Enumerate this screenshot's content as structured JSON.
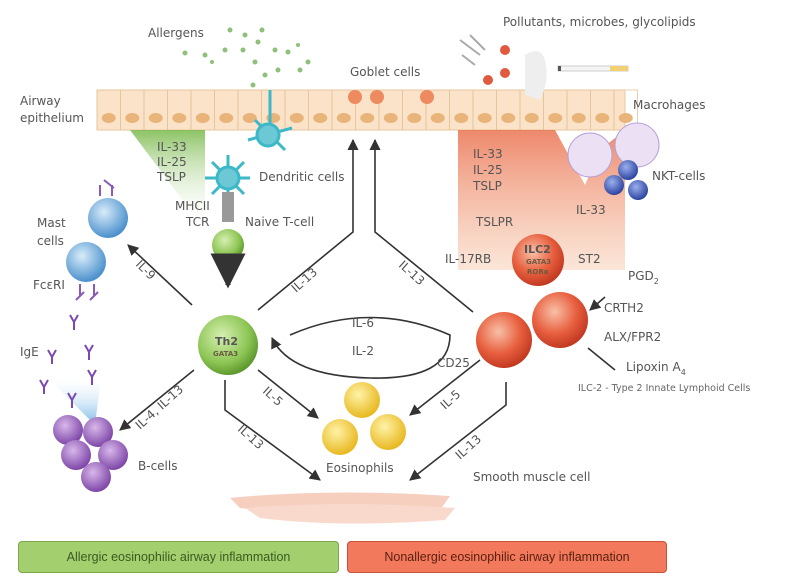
{
  "diagram": {
    "labels": {
      "allergens": "Allergens",
      "pollutants": "Pollutants, microbes, glycolipids",
      "goblet_cells": "Goblet cells",
      "airway_epithelium_1": "Airway",
      "airway_epithelium_2": "epithelium",
      "macrophages": "Macrohages",
      "nkt_cells": "NKT-cells",
      "dendritic_cells": "Dendritic cells",
      "mhcii": "MHCII",
      "tcr": "TCR",
      "naive_t_cell": "Naive T-cell",
      "mast_cells_1": "Mast",
      "mast_cells_2": "cells",
      "fceri": "FcεRI",
      "ige": "IgE",
      "b_cells": "B-cells",
      "eosinophils": "Eosinophils",
      "smooth_muscle": "Smooth muscle cell",
      "th2": "Th2",
      "th2_gata3": "GATA3",
      "ilc2": "ILC2",
      "ilc2_gata3": "GATA3",
      "ilc2_rora": "RORα",
      "tslpr": "TSLPR",
      "il17rb": "IL-17RB",
      "st2": "ST2",
      "il33_right": "IL-33",
      "pgd2": "PGD",
      "pgd2_sub": "2",
      "crth2": "CRTH2",
      "alx_fpr2": "ALX/FPR2",
      "lipoxin": "Lipoxin A",
      "lipoxin_sub": "4",
      "cd25": "CD25"
    },
    "left_cytokines": [
      "IL-33",
      "IL-25",
      "TSLP"
    ],
    "right_cytokines": [
      "IL-33",
      "IL-25",
      "TSLP"
    ],
    "arrows": {
      "il9": "IL-9",
      "il4_il13": "IL-4, IL-13",
      "il13_th2_goblet": "IL-13",
      "il13_ilc2_goblet": "IL-13",
      "il6": "IL-6",
      "il2": "IL-2",
      "il5_th2": "IL-5",
      "il5_ilc2": "IL-5",
      "il13_th2_muscle": "IL-13",
      "il13_ilc2_muscle": "IL-13"
    },
    "caption": "ILC-2 - Type 2 Innate Lymphoid Cells"
  },
  "legend": {
    "allergic": "Allergic eosinophilic airway inflammation",
    "nonallergic": "Nonallergic eosinophilic airway inflammation",
    "allergic_color": "#a3cf6e",
    "nonallergic_color": "#f2795c"
  }
}
